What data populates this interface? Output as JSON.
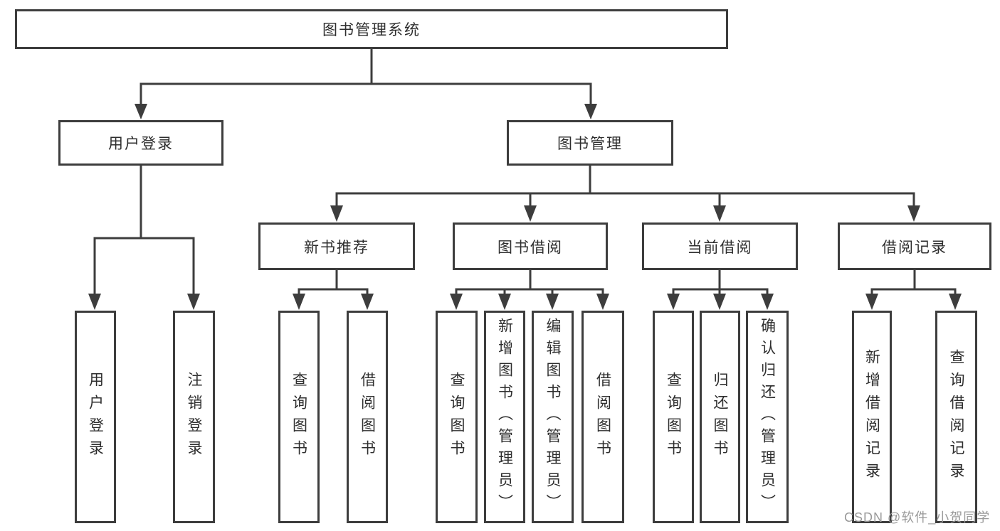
{
  "colors": {
    "background": "#ffffff",
    "line": "#3d3d3d",
    "text": "#2e2e2e",
    "watermark": "#9a9a9a"
  },
  "tree": {
    "label": "图书管理系统",
    "children": [
      {
        "label": "用户登录",
        "children": [
          {
            "label": "用户登录"
          },
          {
            "label": "注销登录"
          }
        ]
      },
      {
        "label": "图书管理",
        "children": [
          {
            "label": "新书推荐",
            "children": [
              {
                "label": "查询图书"
              },
              {
                "label": "借阅图书"
              }
            ]
          },
          {
            "label": "图书借阅",
            "children": [
              {
                "label": "查询图书"
              },
              {
                "label": "新增图书（管理员）"
              },
              {
                "label": "编辑图书（管理员）"
              },
              {
                "label": "借阅图书"
              }
            ]
          },
          {
            "label": "当前借阅",
            "children": [
              {
                "label": "查询图书"
              },
              {
                "label": "归还图书"
              },
              {
                "label": "确认归还（管理员）"
              }
            ]
          },
          {
            "label": "借阅记录",
            "children": [
              {
                "label": "新增借阅记录"
              },
              {
                "label": "查询借阅记录"
              }
            ]
          }
        ]
      }
    ]
  },
  "watermark": {
    "text": "CSDN @软件_小贺同学"
  }
}
